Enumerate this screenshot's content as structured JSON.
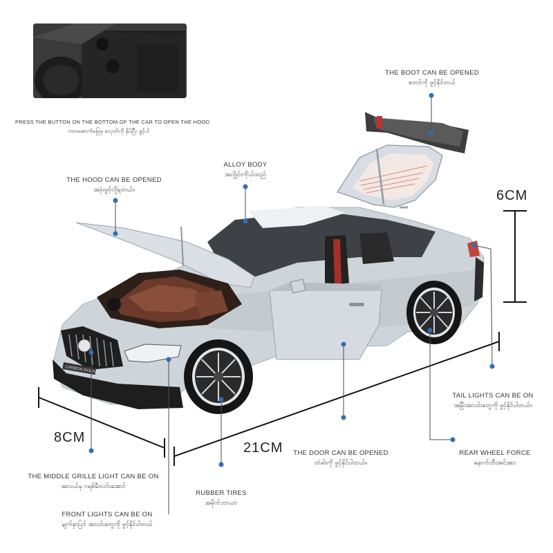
{
  "inset_caption": {
    "en": "PRESS THE BUTTON ON THE BOTTOM OF THE CAR TO OPEN THE HOOD",
    "my": "ကားအောက်ခြေမှ ခလုတ်ကို နှိပ်ပြီး ဖွင့်ပါ"
  },
  "labels": {
    "boot": {
      "en": "THE BOOT CAN BE OPENED",
      "my": "စတင်ကို ဖွင့်နိုင်တယ်"
    },
    "alloy": {
      "en": "ALLOY BODY",
      "my": "အလွိုင်းကိုယ်ထည်"
    },
    "hood": {
      "en": "THE HOOD CAN BE OPENED",
      "my": "အဖုံးဖွင့်လို့ရတယ်။"
    },
    "tail": {
      "en": "TAIL LIGHTS CAN BE ON",
      "my": "အမြီးအလင်းတွေကို ဖွင့်နိုင်ပါတယ်။"
    },
    "rear_wheel": {
      "en": "REAR WHEEL FORCE",
      "my": "နောက်ဘီးအင်အား"
    },
    "door": {
      "en": "THE DOOR CAN BE OPENED",
      "my": "တံခါးကို ဖွင့်နိုင်ပါတယ်။"
    },
    "grille": {
      "en": "THE MIDDLE GRILLE LIGHT CAN BE ON",
      "my": "အလယ်မှ ဂရစ်မီးလင်းအောင်"
    },
    "tires": {
      "en": "RUBBER TIRES",
      "my": "အမိုက်ဘာယာ"
    },
    "front_lights": {
      "en": "FRONT LIGHTS CAN BE ON",
      "my": "မျက်နှာပြင် အလင်းတွေကို ဖွင့်နိုင်ပါတယ်"
    }
  },
  "dimensions": {
    "height": "6CM",
    "width": "8CM",
    "length": "21CM"
  },
  "plate_text": "CARBON ROCKET",
  "colors": {
    "marker": "#2f6fb4",
    "leader": "#4a4a4a",
    "car_body": "#cfd6dc",
    "interior": "#6b3a2a"
  }
}
